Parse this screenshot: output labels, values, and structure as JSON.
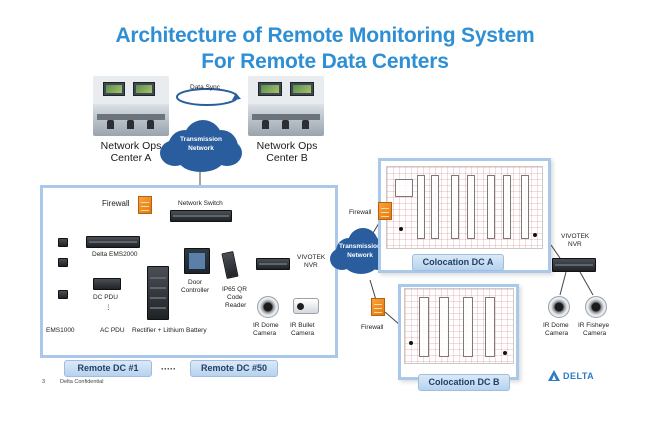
{
  "title": {
    "line1": "Architecture of Remote Monitoring System",
    "line2": "For Remote Data Centers"
  },
  "top": {
    "data_sync": "Data Sync",
    "ops_a_line1": "Network Ops",
    "ops_a_line2": "Center A",
    "ops_b_line1": "Network Ops",
    "ops_b_line2": "Center B",
    "cloud_line1": "Transmission",
    "cloud_line2": "Network"
  },
  "remote_dc": {
    "firewall": "Firewall",
    "network_switch": "Network Switch",
    "ems2000": "Delta EMS2000",
    "dc_pdu": "DC PDU",
    "ems1000": "EMS1000",
    "ac_pdu": "AC PDU",
    "rectifier": "Rectifier + Lithium Battery",
    "door_line1": "Door",
    "door_line2": "Controller",
    "reader_line1": "IP65 QR",
    "reader_line2": "Code",
    "reader_line3": "Reader",
    "nvr_line1": "VIVOTEK",
    "nvr_line2": "NVR",
    "dome_line1": "IR Dome",
    "dome_line2": "Camera",
    "bullet_line1": "IR Bullet",
    "bullet_line2": "Camera",
    "label_first": "Remote DC #1",
    "ellipsis": "·····",
    "label_last": "Remote DC #50"
  },
  "middle_cloud": {
    "line1": "Transmission",
    "line2": "Network"
  },
  "colocation": {
    "firewall_a": "Firewall",
    "firewall_b": "Firewall",
    "label_a": "Colocation DC A",
    "label_b": "Colocation DC B",
    "nvr_line1": "VIVOTEK",
    "nvr_line2": "NVR",
    "dome_line1": "IR Dome",
    "dome_line2": "Camera",
    "fisheye_line1": "IR Fisheye",
    "fisheye_line2": "Camera"
  },
  "footer": {
    "page": "3",
    "confidential": "Delta Confidential",
    "logo": "DELTA"
  },
  "colors": {
    "title": "#2e8fd4",
    "cloud": "#2a5d9e",
    "frame": "#a9c8ea",
    "firewall": "#f08a1f",
    "logo": "#2a7cc7"
  }
}
